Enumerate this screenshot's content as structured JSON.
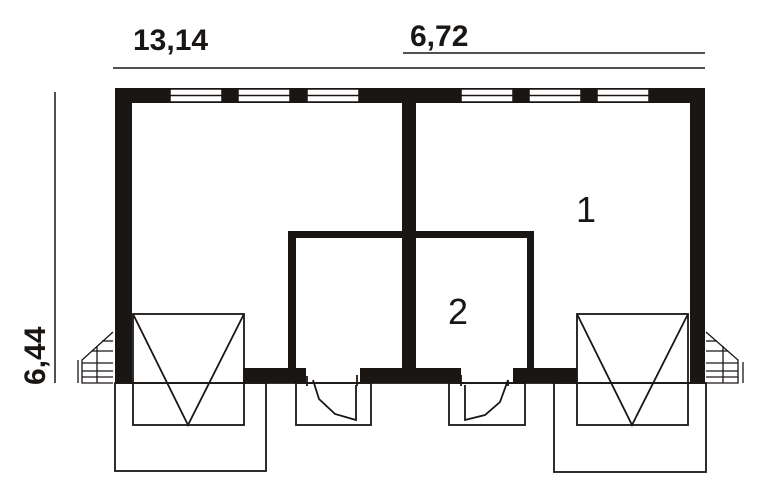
{
  "dimensions": {
    "total_width": "13,14",
    "half_width": "6,72",
    "depth": "6,44"
  },
  "rooms": [
    {
      "number": "1"
    },
    {
      "number": "2"
    }
  ],
  "colors": {
    "wall": "#1a1614",
    "background": "#ffffff"
  }
}
